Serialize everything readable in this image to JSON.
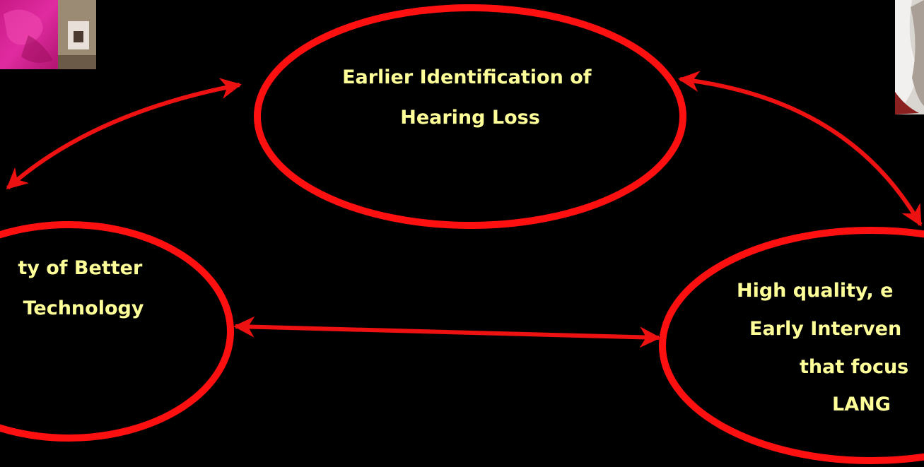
{
  "colors": {
    "background": "#000000",
    "ellipse_stroke": "#ff1010",
    "arrow": "#ee1111",
    "text": "#ffff99"
  },
  "nodes": {
    "top": {
      "lines": [
        "Earlier Identification of",
        "Hearing Loss"
      ]
    },
    "left": {
      "lines": [
        "ty of Better",
        "Technology"
      ]
    },
    "right": {
      "lines": [
        "High quality, e",
        "Early Interven",
        "that focus",
        "LANG"
      ]
    }
  },
  "photos": {
    "top_left": "photo-thumbnail",
    "top_right": "photo-thumbnail"
  }
}
